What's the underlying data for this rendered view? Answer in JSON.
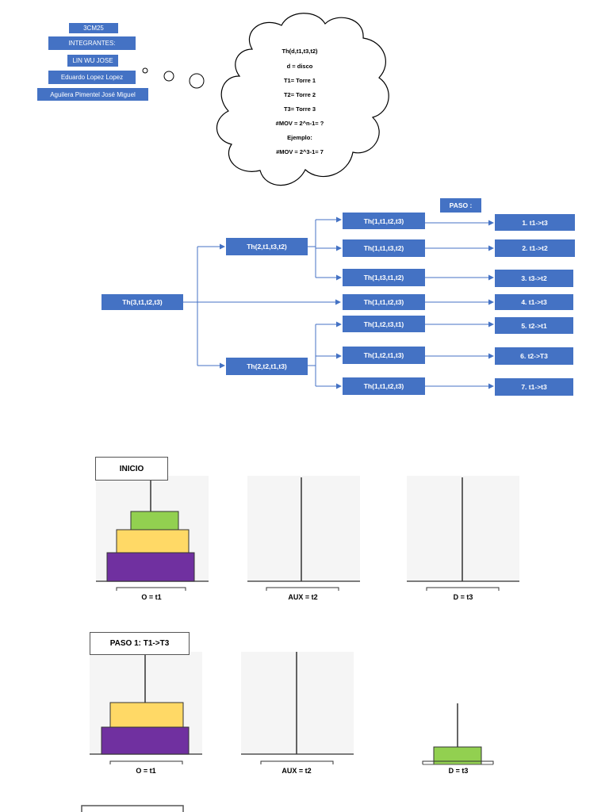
{
  "team": {
    "group": "3CM25",
    "heading": "INTEGRANTES:",
    "members": [
      "LIN WU JOSE",
      "Eduardo Lopez Lopez",
      "Aguilera Pimentel José Miguel"
    ]
  },
  "cloud": {
    "lines": [
      "Th(d,t1,t3,t2)",
      "d = disco",
      "T1= Torre 1",
      "T2= Torre 2",
      "T3= Torre 3",
      "#MOV = 2^n-1= ?",
      "Ejemplo:",
      "#MOV = 2^3-1= 7"
    ]
  },
  "tree": {
    "root": "Th(3,t1,t2,t3)",
    "mid_top": "Th(2,t1,t3,t2)",
    "mid_bottom": "Th(2,t2,t1,t3)",
    "leaves": [
      "Th(1,t1,t2,t3)",
      "Th(1,t1,t3,t2)",
      "Th(1,t3,t1,t2)",
      "Th(1,t1,t2,t3)",
      "Th(1,t2,t3,t1)",
      "Th(1,t2,t1,t3)",
      "Th(1,t1,t2,t3)"
    ],
    "paso_label": "PASO :",
    "steps": [
      "1. t1->t3",
      "2. t1->t2",
      "3. t3->t2",
      "4. t1->t3",
      "5. t2->t1",
      "6. t2->T3",
      "7. t1->t3"
    ]
  },
  "states": [
    {
      "callout": "INICIO",
      "towers": [
        "O = t1",
        "AUX = t2",
        "D = t3"
      ]
    },
    {
      "callout": "PASO 1: T1->T3",
      "towers": [
        "O = t1",
        "AUX = t2",
        "D = t3"
      ]
    }
  ],
  "colors": {
    "box_blue": "#4472c4",
    "disk_small": "#92d050",
    "disk_medium": "#ffd966",
    "disk_large": "#7030a0"
  }
}
